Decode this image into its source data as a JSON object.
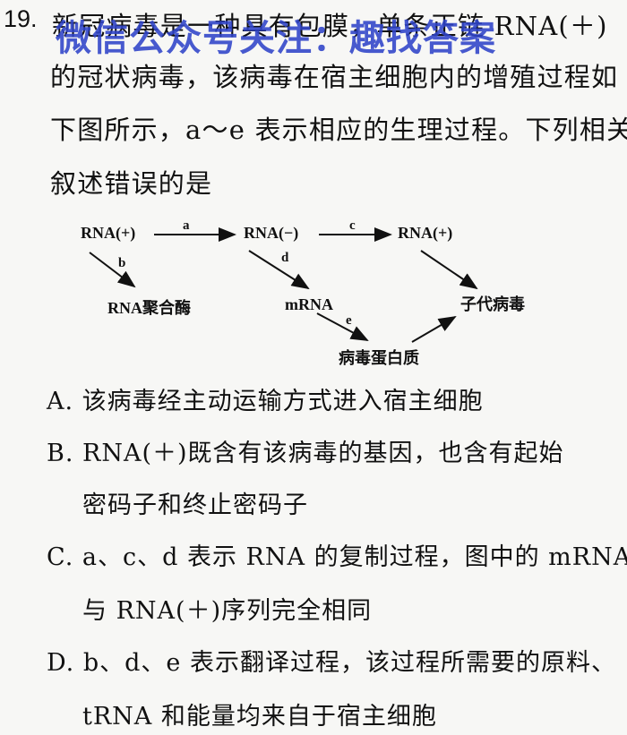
{
  "question": {
    "number": "19.",
    "stem_lines": [
      "新冠病毒是一种具有包膜，单条正链 RNA(＋)",
      "的冠状病毒，该病毒在宿主细胞内的增殖过程如",
      "下图所示，a～e 表示相应的生理过程。下列相关",
      "叙述错误的是"
    ]
  },
  "watermark": "微信公众号关注：趣找答案",
  "diagram": {
    "nodes": {
      "rna_plus_1": "RNA(+)",
      "rna_minus": "RNA(−)",
      "rna_plus_2": "RNA(+)",
      "polymerase": "RNA聚合酶",
      "mrna": "mRNA",
      "offspring": "子代病毒",
      "protein": "病毒蛋白质"
    },
    "edges": {
      "a": "a",
      "b": "b",
      "c": "c",
      "d": "d",
      "e": "e"
    }
  },
  "options": [
    {
      "lines": [
        "A. 该病毒经主动运输方式进入宿主细胞"
      ]
    },
    {
      "lines": [
        "B. RNA(＋)既含有该病毒的基因，也含有起始",
        "密码子和终止密码子"
      ]
    },
    {
      "lines": [
        "C. a、c、d 表示 RNA 的复制过程，图中的 mRNA",
        "与 RNA(＋)序列完全相同"
      ]
    },
    {
      "lines": [
        "D. b、d、e 表示翻译过程，该过程所需要的原料、",
        "tRNA 和能量均来自于宿主细胞"
      ]
    }
  ]
}
